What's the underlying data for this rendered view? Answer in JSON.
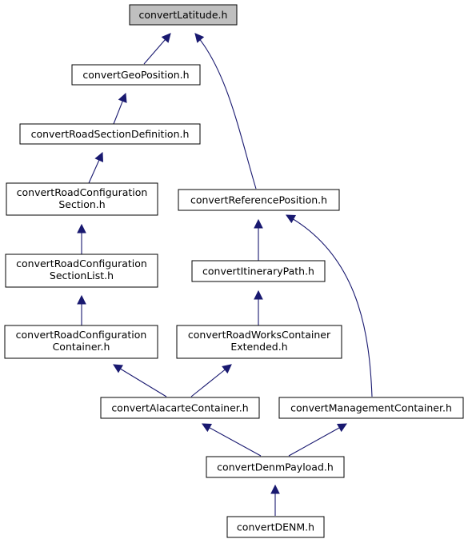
{
  "colors": {
    "edge": "#191970",
    "root_fill": "#bfbfbf",
    "node_fill": "#ffffff"
  },
  "nodes": {
    "lat": [
      "convertLatitude.h"
    ],
    "geo": [
      "convertGeoPosition.h"
    ],
    "rsd": [
      "convertRoadSectionDefinition.h"
    ],
    "rcs": [
      "convertRoadConfiguration",
      "Section.h"
    ],
    "rcsl": [
      "convertRoadConfiguration",
      "SectionList.h"
    ],
    "rcc": [
      "convertRoadConfiguration",
      "Container.h"
    ],
    "ref": [
      "convertReferencePosition.h"
    ],
    "itin": [
      "convertItineraryPath.h"
    ],
    "rwce": [
      "convertRoadWorksContainer",
      "Extended.h"
    ],
    "ala": [
      "convertAlacarteContainer.h"
    ],
    "mgmt": [
      "convertManagementContainer.h"
    ],
    "denmp": [
      "convertDenmPayload.h"
    ],
    "denm": [
      "convertDENM.h"
    ]
  },
  "edges": [
    {
      "from": "geo",
      "to": "lat"
    },
    {
      "from": "ref",
      "to": "lat"
    },
    {
      "from": "rsd",
      "to": "geo"
    },
    {
      "from": "rcs",
      "to": "rsd"
    },
    {
      "from": "rcsl",
      "to": "rcs"
    },
    {
      "from": "rcc",
      "to": "rcsl"
    },
    {
      "from": "itin",
      "to": "ref"
    },
    {
      "from": "mgmt",
      "to": "ref"
    },
    {
      "from": "rwce",
      "to": "itin"
    },
    {
      "from": "ala",
      "to": "rcc"
    },
    {
      "from": "ala",
      "to": "rwce"
    },
    {
      "from": "denmp",
      "to": "ala"
    },
    {
      "from": "denmp",
      "to": "mgmt"
    },
    {
      "from": "denm",
      "to": "denmp"
    }
  ]
}
